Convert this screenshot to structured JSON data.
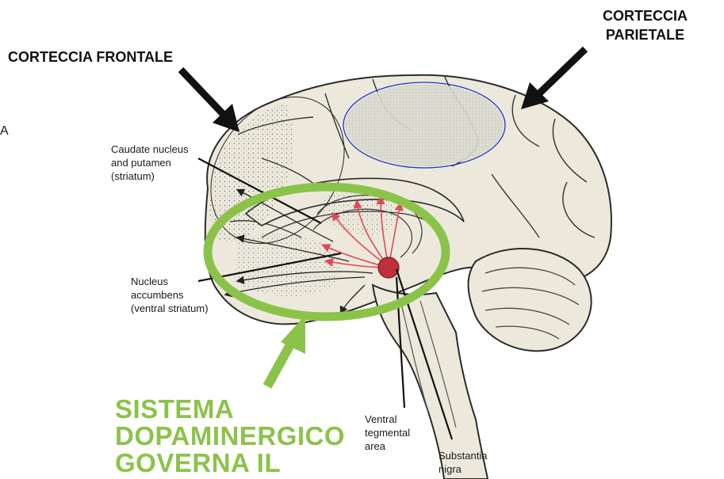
{
  "labels": {
    "corteccia_frontale": "CORTECCIA FRONTALE",
    "corteccia_parietale_line1": "CORTECCIA",
    "corteccia_parietale_line2": "PARIETALE",
    "caudate_line1": "Caudate nucleus",
    "caudate_line2": "and putamen",
    "caudate_line3": "(striatum)",
    "accumbens_line1": "Nucleus",
    "accumbens_line2": "accumbens",
    "accumbens_line3": "(ventral striatum)",
    "vta_line1": "Ventral",
    "vta_line2": "tegmental",
    "vta_line3": "area",
    "substantia_line1": "Substantia",
    "substantia_line2": "nigra",
    "sistema_line1": "SISTEMA",
    "sistema_line2": "DOPAMINERGICO",
    "sistema_line3": "GOVERNA IL",
    "edge_fragment": "A"
  },
  "colors": {
    "brain_fill": "#ece9dc",
    "outline": "#2a2a2a",
    "highlight_green": "#8bc34a",
    "pathway_red": "#d9404a",
    "parietal_ellipse": "#2233cc"
  }
}
